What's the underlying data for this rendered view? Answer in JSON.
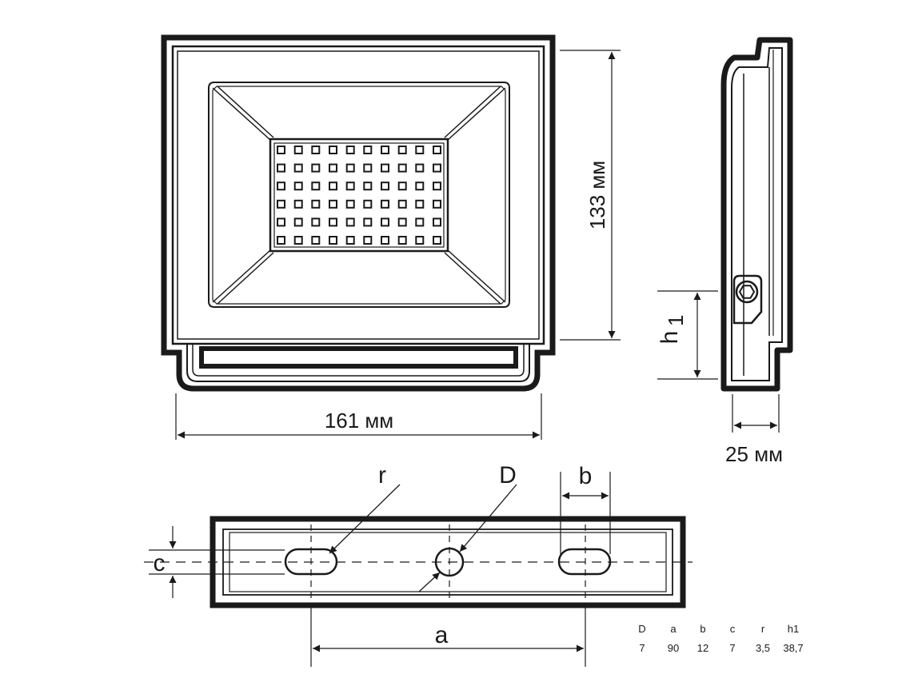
{
  "front_view": {
    "width_label": "161 мм",
    "height_label": "133 мм",
    "led_rows": 6,
    "led_cols": 10
  },
  "side_view": {
    "h1_label_main": "h",
    "h1_label_sub": "1",
    "depth_label": "25 мм"
  },
  "bracket_view": {
    "label_r": "r",
    "label_D": "D",
    "label_b": "b",
    "label_c": "c",
    "label_a": "a"
  },
  "spec_table": {
    "headers": [
      "D",
      "a",
      "b",
      "c",
      "r",
      "h1"
    ],
    "values": [
      "7",
      "90",
      "12",
      "7",
      "3,5",
      "38,7"
    ]
  }
}
